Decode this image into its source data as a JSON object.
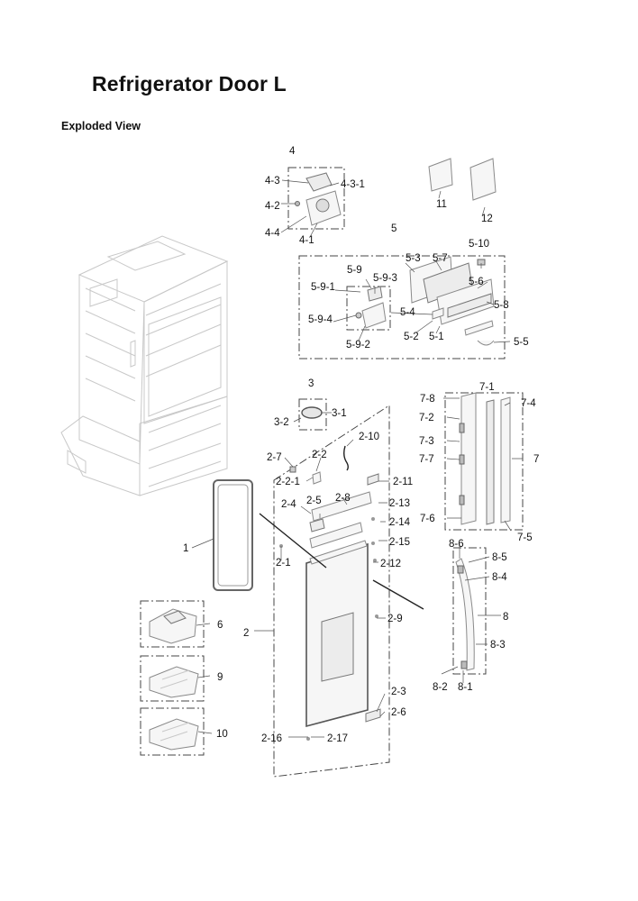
{
  "header": {
    "title": "Refrigerator Door L",
    "subtitle": "Exploded View"
  },
  "callouts": {
    "p1": "1",
    "p2": "2",
    "p2_1": "2-1",
    "p2_2": "2-2",
    "p2_2_1": "2-2-1",
    "p2_3": "2-3",
    "p2_4": "2-4",
    "p2_5": "2-5",
    "p2_6": "2-6",
    "p2_7": "2-7",
    "p2_8": "2-8",
    "p2_9": "2-9",
    "p2_10": "2-10",
    "p2_11": "2-11",
    "p2_12": "2-12",
    "p2_13": "2-13",
    "p2_14": "2-14",
    "p2_15": "2-15",
    "p2_16": "2-16",
    "p2_17": "2-17",
    "p3": "3",
    "p3_1": "3-1",
    "p3_2": "3-2",
    "p4": "4",
    "p4_1": "4-1",
    "p4_2": "4-2",
    "p4_3": "4-3",
    "p4_3_1": "4-3-1",
    "p4_4": "4-4",
    "p5": "5",
    "p5_1": "5-1",
    "p5_2": "5-2",
    "p5_3": "5-3",
    "p5_4": "5-4",
    "p5_5": "5-5",
    "p5_6": "5-6",
    "p5_7": "5-7",
    "p5_8": "5-8",
    "p5_9": "5-9",
    "p5_9_1": "5-9-1",
    "p5_9_2": "5-9-2",
    "p5_9_3": "5-9-3",
    "p5_9_4": "5-9-4",
    "p5_10": "5-10",
    "p6": "6",
    "p7": "7",
    "p7_1": "7-1",
    "p7_2": "7-2",
    "p7_3": "7-3",
    "p7_4": "7-4",
    "p7_5": "7-5",
    "p7_6": "7-6",
    "p7_7": "7-7",
    "p7_8": "7-8",
    "p8": "8",
    "p8_1": "8-1",
    "p8_2": "8-2",
    "p8_3": "8-3",
    "p8_4": "8-4",
    "p8_5": "8-5",
    "p8_6": "8-6",
    "p9": "9",
    "p10": "10",
    "p11": "11",
    "p12": "12"
  }
}
